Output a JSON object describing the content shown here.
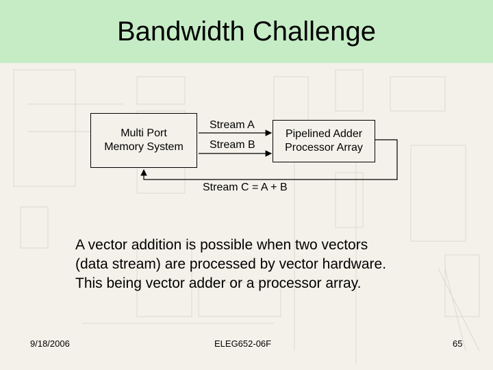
{
  "slide": {
    "title": "Bandwidth Challenge",
    "diagram": {
      "memory_box": {
        "line1": "Multi Port",
        "line2": "Memory System"
      },
      "adder_box": {
        "line1": "Pipelined Adder",
        "line2": "Processor Array"
      },
      "stream_a": "Stream A",
      "stream_b": "Stream B",
      "stream_c": "Stream C = A + B"
    },
    "description": {
      "line1": "A vector addition is possible when two vectors",
      "line2": "(data stream) are processed by vector hardware.",
      "line3": "This being vector adder or a processor array."
    },
    "footer": {
      "date": "9/18/2006",
      "course": "ELEG652-06F",
      "page": "65"
    }
  }
}
